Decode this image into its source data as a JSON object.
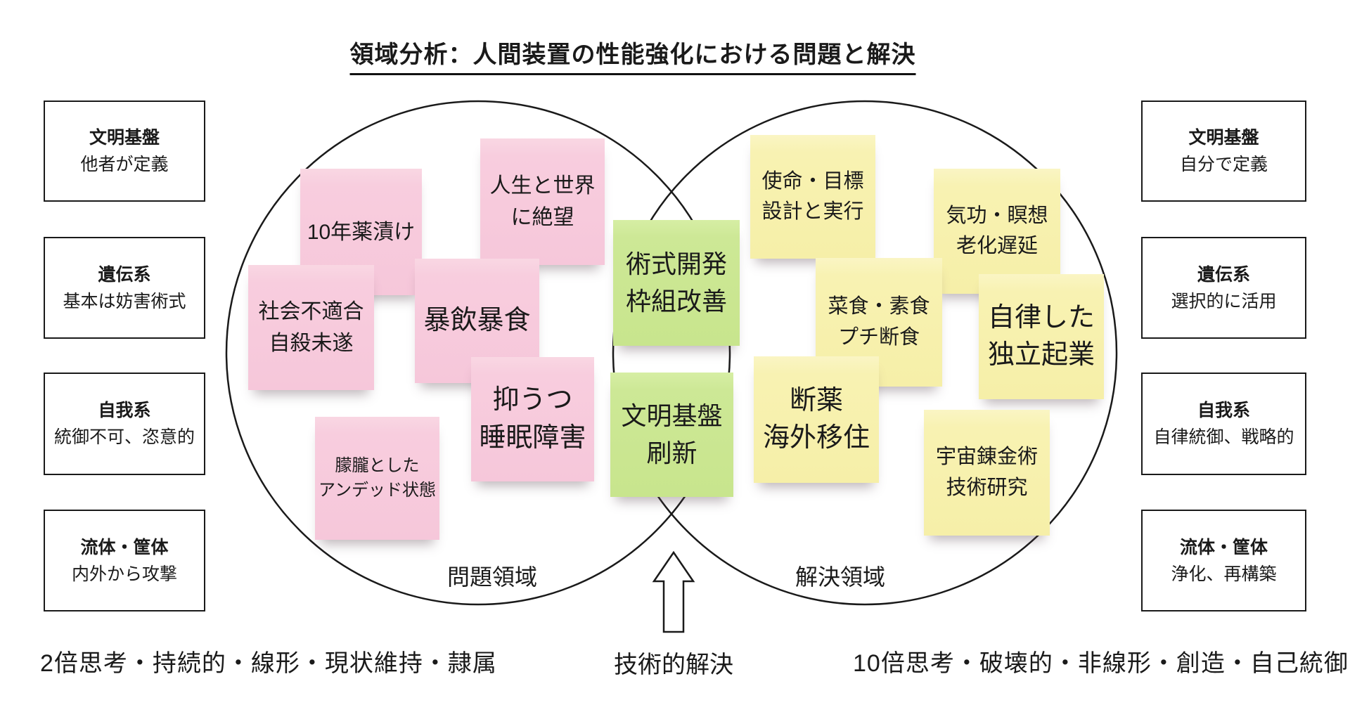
{
  "title": "領域分析：人間装置の性能強化における問題と解決",
  "palette": {
    "note_pink": "#f8cdde",
    "note_green": "#cde896",
    "note_yellow": "#f8f2b2",
    "line": "#1a1a1a",
    "background": "#ffffff"
  },
  "left_boxes": [
    {
      "title": "文明基盤",
      "subtitle": "他者が定義"
    },
    {
      "title": "遺伝系",
      "subtitle": "基本は妨害術式"
    },
    {
      "title": "自我系",
      "subtitle": "統御不可、恣意的"
    },
    {
      "title": "流体・筐体",
      "subtitle": "内外から攻撃"
    }
  ],
  "right_boxes": [
    {
      "title": "文明基盤",
      "subtitle": "自分で定義"
    },
    {
      "title": "遺伝系",
      "subtitle": "選択的に活用"
    },
    {
      "title": "自我系",
      "subtitle": "自律統御、戦略的"
    },
    {
      "title": "流体・筐体",
      "subtitle": "浄化、再構築"
    }
  ],
  "venn": {
    "left_label": "問題領域",
    "right_label": "解決領域"
  },
  "arrow_label": "技術的解決",
  "footer": {
    "left": "2倍思考・持続的・線形・現状維持・隷属",
    "right": "10倍思考・破壊的・非線形・創造・自己統御"
  },
  "notes": [
    {
      "region": "problem",
      "color": "pink",
      "lines": [
        "10年薬漬け"
      ]
    },
    {
      "region": "problem",
      "color": "pink",
      "lines": [
        "人生と世界",
        "に絶望"
      ]
    },
    {
      "region": "problem",
      "color": "pink",
      "lines": [
        "社会不適合",
        "自殺未遂"
      ]
    },
    {
      "region": "problem",
      "color": "pink",
      "lines": [
        "暴飲暴食"
      ]
    },
    {
      "region": "problem",
      "color": "pink",
      "lines": [
        "抑うつ",
        "睡眠障害"
      ]
    },
    {
      "region": "problem",
      "color": "pink",
      "lines": [
        "朦朧とした",
        "アンデッド状態"
      ]
    },
    {
      "region": "overlap",
      "color": "green",
      "lines": [
        "術式開発",
        "枠組改善"
      ]
    },
    {
      "region": "overlap",
      "color": "green",
      "lines": [
        "文明基盤",
        "刷新"
      ]
    },
    {
      "region": "solution",
      "color": "yellow",
      "lines": [
        "使命・目標",
        "設計と実行"
      ]
    },
    {
      "region": "solution",
      "color": "yellow",
      "lines": [
        "気功・瞑想",
        "老化遅延"
      ]
    },
    {
      "region": "solution",
      "color": "yellow",
      "lines": [
        "菜食・素食",
        "プチ断食"
      ]
    },
    {
      "region": "solution",
      "color": "yellow",
      "lines": [
        "自律した",
        "独立起業"
      ]
    },
    {
      "region": "solution",
      "color": "yellow",
      "lines": [
        "断薬",
        "海外移住"
      ]
    },
    {
      "region": "solution",
      "color": "yellow",
      "lines": [
        "宇宙錬金術",
        "技術研究"
      ]
    }
  ]
}
